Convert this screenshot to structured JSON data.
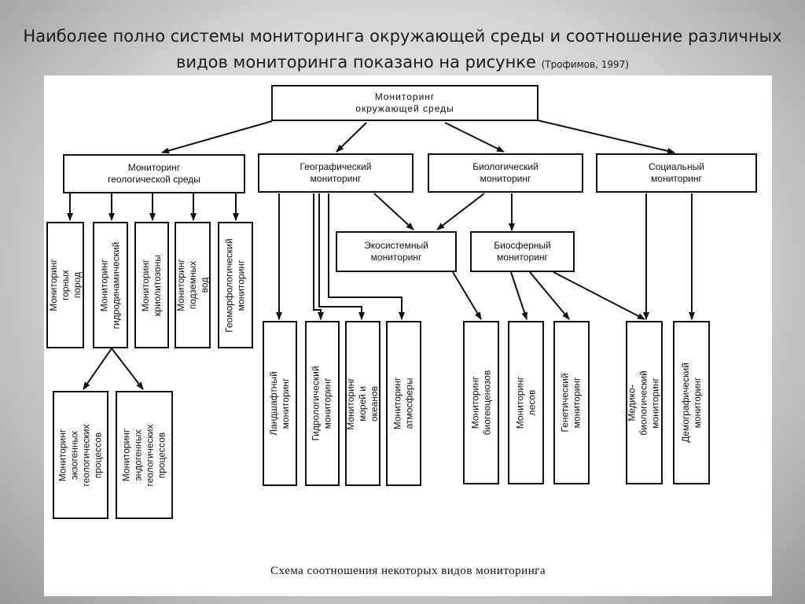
{
  "slide": {
    "title": "Наиболее полно системы мониторинга окружающей среды и соотношение различных видов мониторинга показано на рисунке",
    "citation": "(Трофимов, 1997)"
  },
  "diagram": {
    "root": "Мониторинг\nокружающей среды",
    "geological": "Мониторинг\nгеологической среды",
    "geographic": "Географический\nмониторинг",
    "biological": "Биологический\nмониторинг",
    "social": "Социальный\nмониторинг",
    "ecosystem": "Экосистемный\nмониторинг",
    "biosphere": "Биосферный\nмониторинг",
    "rocks": "Мониторинг\nгорных пород",
    "hydrodynamic": "Мониторинг\nгидродинамический",
    "cryolithozone": "Мониторинг\nкриолитозоны",
    "groundwater": "Мониторинг\nподземных вод",
    "geomorph": "Геоморфологический\nмониторинг",
    "exogenous": "Мониторинг\nэкзогенных\nгеологических\nпроцессов",
    "endogenous": "Мониторинг\nэндогенных\nгеологических\nпроцессов",
    "landscape": "Ландшафтный\nмониторинг",
    "hydrological": "Гидрологический\nмониторинг",
    "seas": "Мониторинг\nморей и океанов",
    "atmosphere": "Мониторинг\nатмосферы",
    "biocenoses": "Мониторинг\nбиогеоценозов",
    "forests": "Мониторинг\nлесов",
    "genetic": "Генетический\nмониторинг",
    "medbio": "Медико-биологический\nмониторинг",
    "demographic": "Демографический\nмониторинг",
    "caption": "Схема соотношения некоторых видов мониторинга"
  }
}
